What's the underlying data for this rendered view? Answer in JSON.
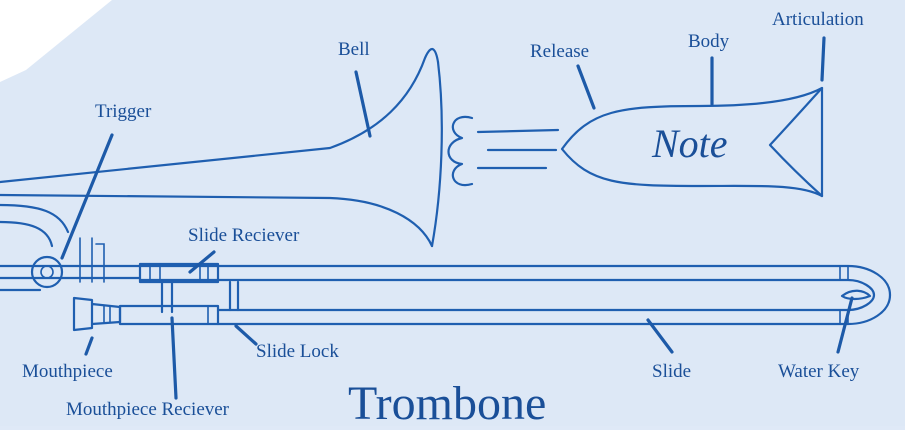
{
  "diagram": {
    "title": "Trombone",
    "note_word": "Note",
    "labels": {
      "bell": "Bell",
      "trigger": "Trigger",
      "release": "Release",
      "body": "Body",
      "articulation": "Articulation",
      "slide_receiver": "Slide Reciever",
      "slide_lock": "Slide Lock",
      "mouthpiece": "Mouthpiece",
      "mouthpiece_receiver": "Mouthpiece Reciever",
      "slide": "Slide",
      "water_key": "Water Key"
    },
    "colors": {
      "ink": "#1f5fb0",
      "paper": "#dde8f6",
      "corner": "#ffffff"
    }
  }
}
